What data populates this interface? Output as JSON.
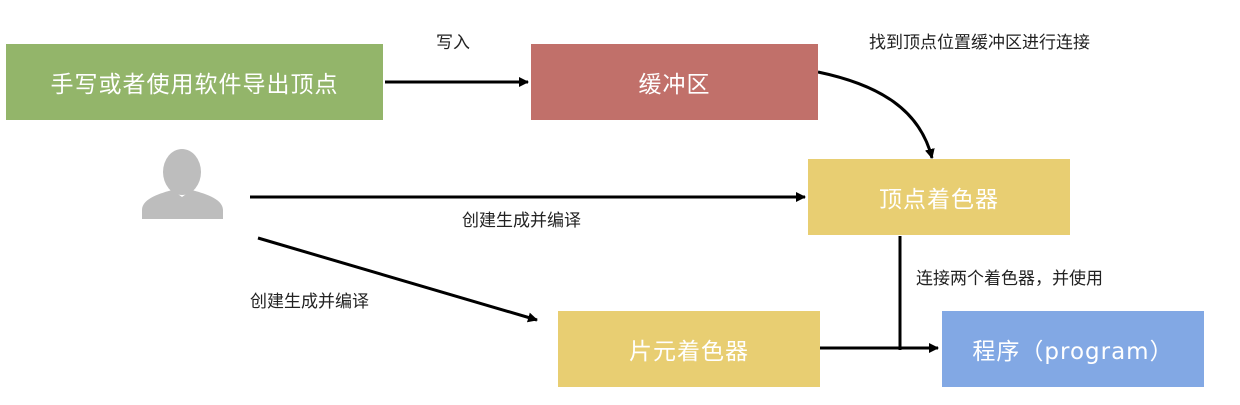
{
  "nodes": {
    "export": {
      "label": "手写或者使用软件导出顶点",
      "color": "#93b56a"
    },
    "buffer": {
      "label": "缓冲区",
      "color": "#c1706a"
    },
    "vertex_shader": {
      "label": "顶点着色器",
      "color": "#e8ce72"
    },
    "fragment_shader": {
      "label": "片元着色器",
      "color": "#e8ce72"
    },
    "program": {
      "label": "程序（program）",
      "color": "#82a8e4"
    }
  },
  "edges": {
    "write": "写入",
    "find_buffer": "找到顶点位置缓冲区进行连接",
    "create_vertex": "创建生成并编译",
    "create_fragment": "创建生成并编译",
    "link_use": "连接两个着色器，并使用"
  },
  "icons": {
    "user": "user-silhouette-icon"
  },
  "colors": {
    "line": "#000000",
    "icon": "#bdbdbd"
  }
}
